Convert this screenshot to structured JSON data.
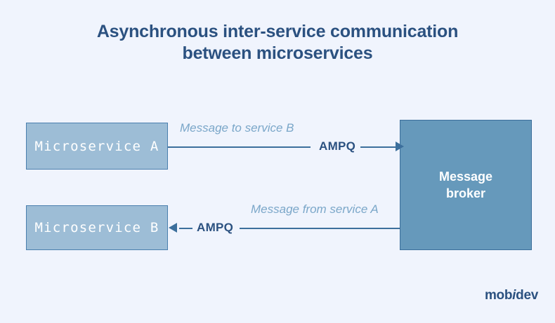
{
  "theme": {
    "background": "#f0f4fd",
    "title_color": "#2b5180",
    "service_fill": "#9dbdd6",
    "service_border": "#4a7fae",
    "broker_fill": "#6699bb",
    "broker_border": "#3c6f9c",
    "line_color": "#3c6f9c",
    "message_label_color": "#7ba7c9",
    "protocol_label_color": "#2b5180"
  },
  "title": {
    "line1": "Asynchronous inter-service communication",
    "line2": "between microservices"
  },
  "nodes": {
    "service_a": {
      "label": "Microservice A"
    },
    "service_b": {
      "label": "Microservice B"
    },
    "broker": {
      "line1": "Message",
      "line2": "broker"
    }
  },
  "flows": [
    {
      "direction": "right",
      "protocol": "AMPQ",
      "message": "Message to service B",
      "from": "Microservice A",
      "to": "Message broker"
    },
    {
      "direction": "left",
      "protocol": "AMPQ",
      "message": "Message from service A",
      "from": "Message broker",
      "to": "Microservice B"
    }
  ],
  "logo": {
    "part1": "mob",
    "italic": "i",
    "part2": "dev"
  }
}
